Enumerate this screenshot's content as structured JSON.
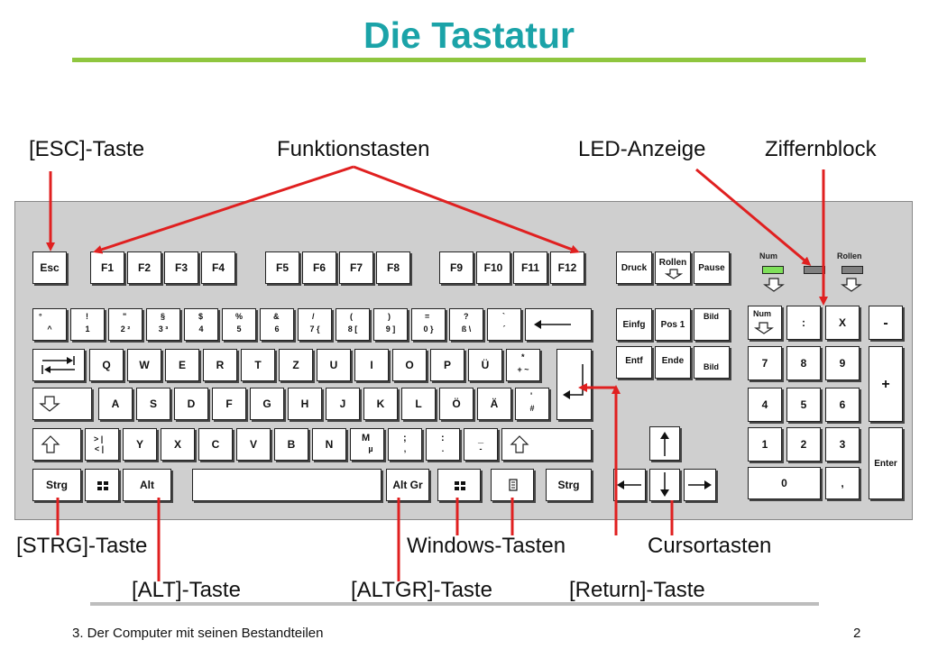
{
  "title": "Die Tastatur",
  "footer": {
    "left": "3. Der Computer mit seinen Bestandteilen",
    "right": "2"
  },
  "keys": {
    "esc": "Esc",
    "f1": "F1",
    "f2": "F2",
    "f3": "F3",
    "f4": "F4",
    "f5": "F5",
    "f6": "F6",
    "f7": "F7",
    "f8": "F8",
    "f9": "F9",
    "f10": "F10",
    "f11": "F11",
    "f12": "F12",
    "druck": "Druck",
    "rollen": "Rollen",
    "pause": "Pause",
    "n1a": "°",
    "n1b": "^",
    "n2a": "!",
    "n2b": "1",
    "n3a": "\"",
    "n3b": "2  ²",
    "n4a": "§",
    "n4b": "3  ³",
    "n5a": "$",
    "n5b": "4",
    "n6a": "%",
    "n6b": "5",
    "n7a": "&",
    "n7b": "6",
    "n8a": "/",
    "n8b": "7  {",
    "n9a": "(",
    "n9b": "8  [",
    "n10a": ")",
    "n10b": "9  ]",
    "n11a": "=",
    "n11b": "0  }",
    "n12a": "?",
    "n12b": "ß  \\",
    "n13a": "`",
    "n13b": "´",
    "q": "Q",
    "w": "W",
    "e": "E",
    "r": "R",
    "t": "T",
    "z": "Z",
    "u": "U",
    "i": "I",
    "o": "O",
    "p": "P",
    "ue": "Ü",
    "plus_a": "*",
    "plus_b": "+  ~",
    "a": "A",
    "s": "S",
    "d": "D",
    "f": "F",
    "g": "G",
    "h": "H",
    "j": "J",
    "k": "K",
    "l": "L",
    "oe": "Ö",
    "ae": "Ä",
    "hash_a": "'",
    "hash_b": "#",
    "lt_a": ">  |",
    "lt_b": "<  |",
    "y": "Y",
    "x": "X",
    "c": "C",
    "v": "V",
    "b": "B",
    "n": "N",
    "m_a": "M",
    "m_b": "µ",
    "comma_a": ";",
    "comma_b": ",",
    "dot_a": ":",
    "dot_b": ".",
    "minus_a": "_",
    "minus_b": "-",
    "strg": "Strg",
    "alt": "Alt",
    "altgr": "Alt Gr",
    "einfg": "Einfg",
    "pos1": "Pos 1",
    "bild": "Bild",
    "entf": "Entf",
    "ende": "Ende",
    "num": "Num",
    "div": ":",
    "mul": "X",
    "sub": "-",
    "add": "+",
    "enter": "Enter",
    "k7": "7",
    "k8": "8",
    "k9": "9",
    "k4": "4",
    "k5": "5",
    "k6": "6",
    "k1": "1",
    "k2": "2",
    "k3": "3",
    "k0": "0",
    "kcomma": ","
  },
  "leds": {
    "num": "Num",
    "rollen": "Rollen"
  },
  "labels": {
    "esc": "[ESC]-Taste",
    "fkeys": "Funktionstasten",
    "led": "LED-Anzeige",
    "numpad": "Ziffernblock",
    "strg": "[STRG]-Taste",
    "windows": "Windows-Tasten",
    "cursor": "Cursortasten",
    "alt": "[ALT]-Taste",
    "altgr": "[ALTGR]-Taste",
    "return": "[Return]-Taste"
  },
  "colors": {
    "title": "#1ba3a8",
    "rule": "#8fc63f",
    "arrow": "#e02020",
    "led_on": "#7fe05a",
    "led_off": "#808080"
  }
}
